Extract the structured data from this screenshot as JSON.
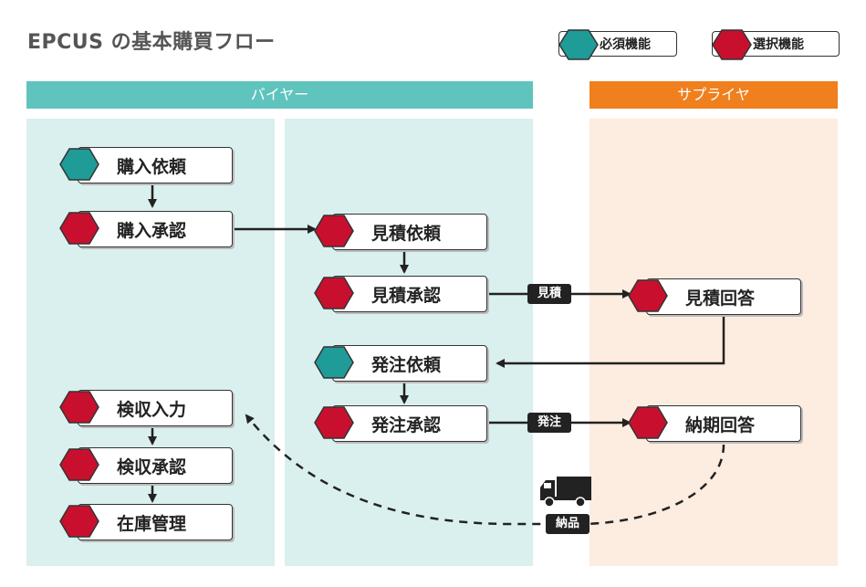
{
  "title": "EPCUS の基本購買フロー",
  "legend": {
    "required": "必須機能",
    "optional": "選択機能"
  },
  "lanes": {
    "buyer": "バイヤー",
    "supplier": "サプライヤ"
  },
  "colors": {
    "required": "#1f9b98",
    "optional": "#c8102e",
    "buyer_lane": "#daf0ee",
    "buyer_header": "#5ec4bd",
    "supplier_lane": "#fdece0",
    "supplier_header": "#f07f1e"
  },
  "nodes": {
    "purchase_request": "購入依頼",
    "purchase_approval": "購入承認",
    "quote_request": "見積依頼",
    "quote_approval": "見積承認",
    "quote_answer": "見積回答",
    "order_request": "発注依頼",
    "order_approval": "発注承認",
    "delivery_answer": "納期回答",
    "inspection_input": "検収入力",
    "inspection_approval": "検収承認",
    "inventory": "在庫管理"
  },
  "tags": {
    "quote": "見積",
    "order": "発注",
    "delivery": "納品"
  },
  "icons": [
    "hexagon-required-icon",
    "hexagon-optional-icon",
    "truck-icon"
  ]
}
